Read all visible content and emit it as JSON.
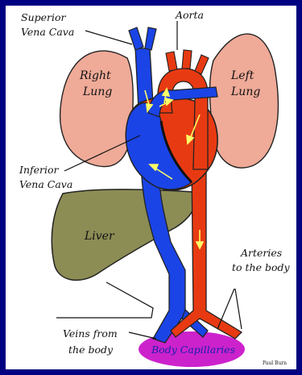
{
  "labels": {
    "superior_vena_cava_1": "Superior",
    "superior_vena_cava_2": "Vena Cava",
    "aorta": "Aorta",
    "right_lung_1": "Right",
    "right_lung_2": "Lung",
    "left_lung_1": "Left",
    "left_lung_2": "Lung",
    "inferior_vena_cava_1": "Inferior",
    "inferior_vena_cava_2": "Vena Cava",
    "liver": "Liver",
    "arteries_1": "Arteries",
    "arteries_2": "to the body",
    "veins_1": "Veins from",
    "veins_2": "the body",
    "capillaries": "Body Capillaries",
    "signature": "Paul Burn"
  },
  "colors": {
    "background": "#000080",
    "frame": "#ffffff",
    "lung": "#efaa98",
    "vein": "#1a44e6",
    "artery": "#e83a12",
    "liver": "#8c8c55",
    "capillaries": "#cc22cc",
    "flow_arrow": "#ffff66"
  }
}
